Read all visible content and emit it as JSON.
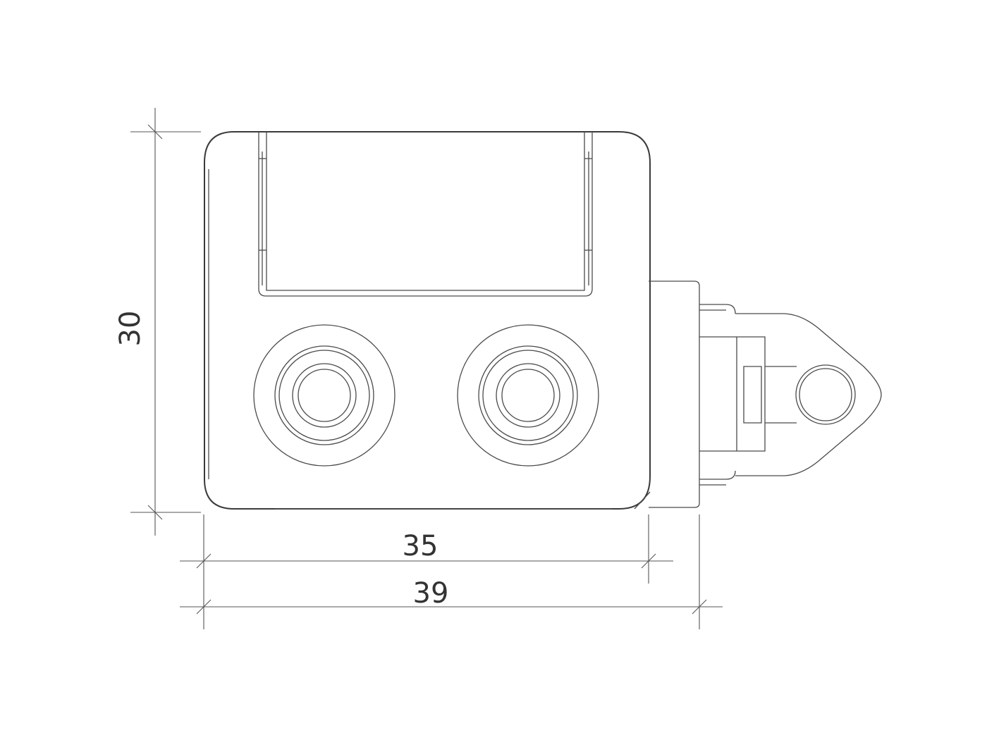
{
  "dimensions": {
    "height": "30",
    "width_body": "35",
    "width_total": "39"
  }
}
